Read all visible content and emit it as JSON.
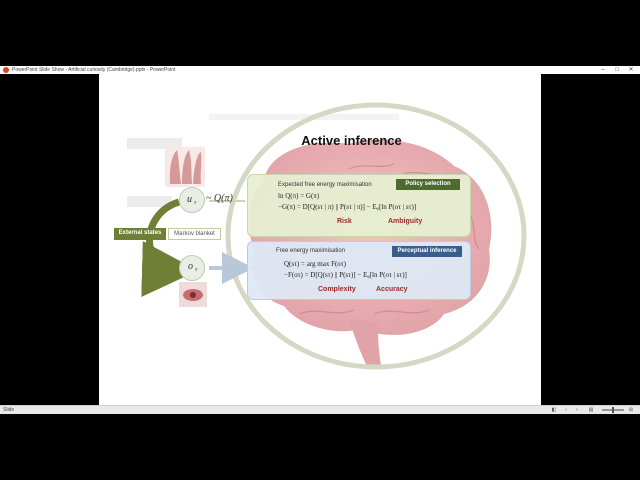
{
  "window": {
    "title": "PowerPoint Slide Show  -  Artificial curiosity (Cambridge).pptx  -  PowerPoint",
    "minimize_icon": "minimize-icon",
    "maximize_icon": "maximize-icon",
    "close_icon": "close-icon"
  },
  "slide": {
    "title": "Active inference",
    "node_u": "u",
    "node_u_sub": "τ",
    "node_o": "o",
    "node_o_sub": "τ",
    "policy_formula": "~ Q(π)",
    "external_states": "External states",
    "markov_blanket": "Markov blanket",
    "efe": {
      "heading": "Expected free energy maximisation",
      "tag": "Policy selection",
      "eq1": "ln Q(π) = G(π)",
      "eq2": "−G(π) = D[Q(sτ | π) || P(sτ | π)] − Eᵩ[ln P(oτ | sτ)]",
      "risk": "Risk",
      "ambiguity": "Ambiguity"
    },
    "fem": {
      "heading": "Free energy maximisation",
      "tag": "Perceptual inference",
      "eq1": "Q(sτ) = arg max F(oτ)",
      "eq2": "−F(oτ) = D[Q(sτ) || P(sτ)] − Eᵩ[ln P(oτ | sτ)]",
      "complexity": "Complexity",
      "accuracy": "Accuracy"
    }
  },
  "status_bar": {
    "slide_label": "Slide",
    "controls": [
      "◧",
      "‹",
      "›",
      "▤",
      "⊞",
      "⊟"
    ]
  },
  "colors": {
    "efe_tag": "#4e6a2e",
    "fem_tag": "#3a5e8c",
    "external_states": "#6f7f35",
    "label_red": "#9b2b2b"
  }
}
